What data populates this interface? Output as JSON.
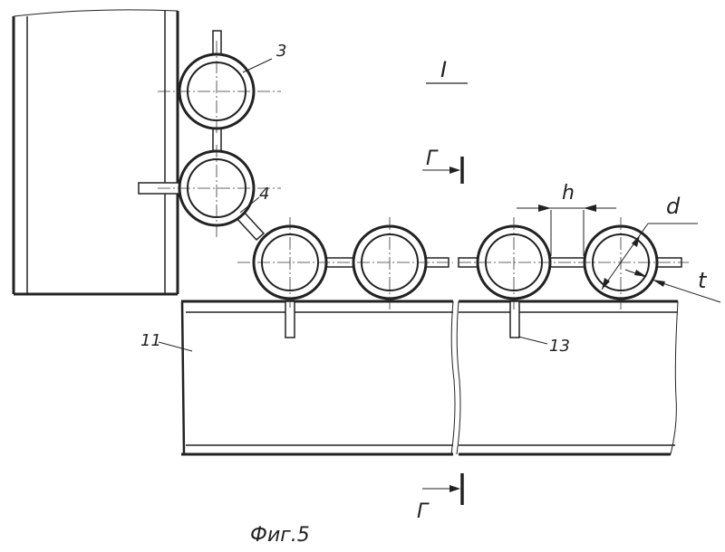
{
  "colors": {
    "ink": "#222222",
    "paper": "#ffffff"
  },
  "labels": {
    "part_3": "3",
    "part_4": "4",
    "part_11": "11",
    "part_13": "13",
    "detail_view": "I",
    "section_top": "Г",
    "section_bottom": "Г",
    "dim_h": "h",
    "dim_d": "d",
    "dim_t": "t",
    "caption": "Фиг.5"
  }
}
